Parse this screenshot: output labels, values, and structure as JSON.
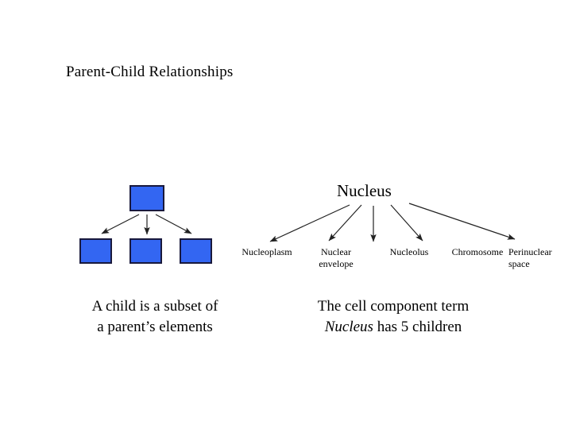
{
  "slide": {
    "title": "Parent-Child Relationships",
    "background_color": "#ffffff",
    "text_color": "#000000"
  },
  "left_diagram": {
    "name": "generic-parent-child-tree",
    "node_fill_color": "#3366f2",
    "node_border_color": "#19193c",
    "parent_node_label": "",
    "child_node_labels": [
      "",
      "",
      ""
    ],
    "arrow_count": 3,
    "caption_line_1": "A child is a subset of",
    "caption_line_2": "a parent’s elements"
  },
  "right_diagram": {
    "name": "nucleus-children-tree",
    "root_label": "Nucleus",
    "children": [
      {
        "label": "Nucleoplasm"
      },
      {
        "label": "Nuclear\nenvelope"
      },
      {
        "label": "Nucleolus"
      },
      {
        "label": "Chromosome"
      },
      {
        "label": "Perinuclear\nspace"
      }
    ],
    "arrow_count": 5,
    "caption_line_1": "The cell component term",
    "caption_line_2_italic": "Nucleus",
    "caption_line_2_rest": " has 5 children"
  }
}
